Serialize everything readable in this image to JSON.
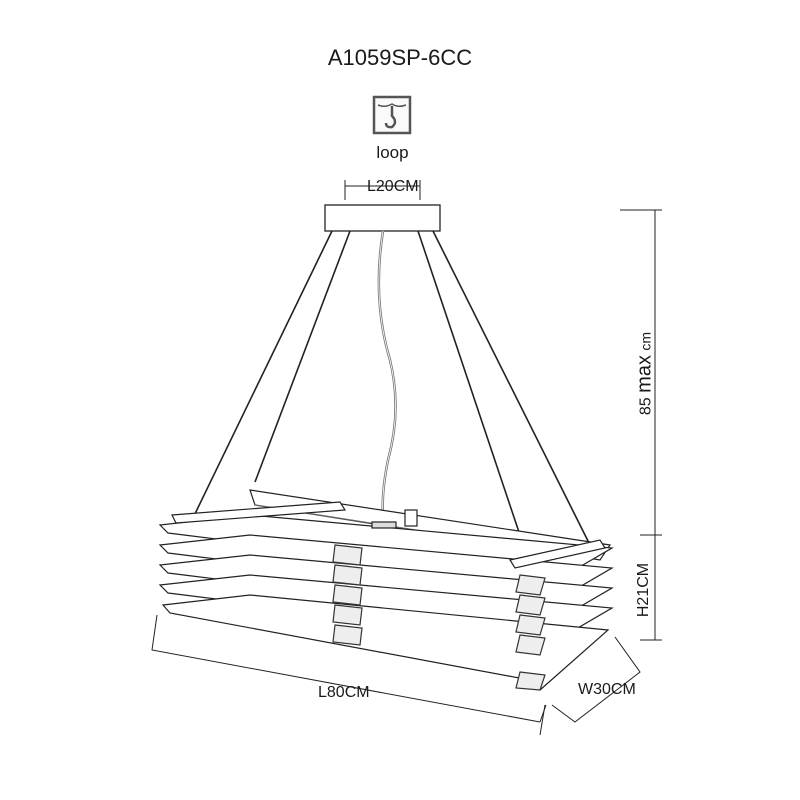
{
  "title": "A1059SP-6CC",
  "mount": {
    "icon": "ceiling-hook-icon",
    "label": "loop"
  },
  "dimensions": {
    "canopy_length": "L20CM",
    "drop": {
      "value": "85",
      "qualifier": "max",
      "unit": "cm"
    },
    "height": "H21CM",
    "length": "L80CM",
    "width": "W30CM"
  }
}
